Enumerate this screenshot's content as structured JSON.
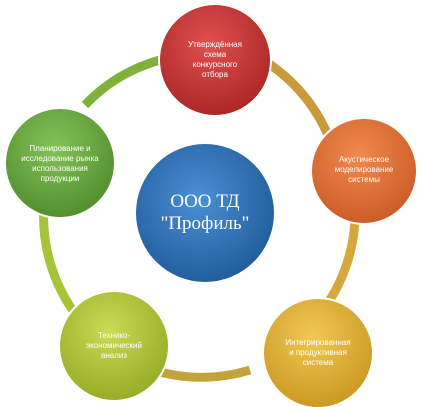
{
  "colors": {
    "ring": [
      "#7fb23a",
      "#a8c23a",
      "#c9b43a",
      "#d99a38"
    ],
    "center": "#2e6fb1",
    "nodes": [
      "#c43131",
      "#e0733a",
      "#e0b53a",
      "#b4c63a",
      "#6aa93e"
    ]
  },
  "center": {
    "text": "ООО ТД\n\"Профиль\""
  },
  "nodes": [
    {
      "text": "Утверждённая\nсхема\nконкурсного\nотбора"
    },
    {
      "text": "Акустическое\nмоделирование\nсистемы"
    },
    {
      "text": "Интегрированная\nи продуктивная\nсистема"
    },
    {
      "text": "Технико-\nэкономический\nанализ"
    },
    {
      "text": "Планирование и\nисследование рынка\nиспользования\nпродукции"
    }
  ]
}
